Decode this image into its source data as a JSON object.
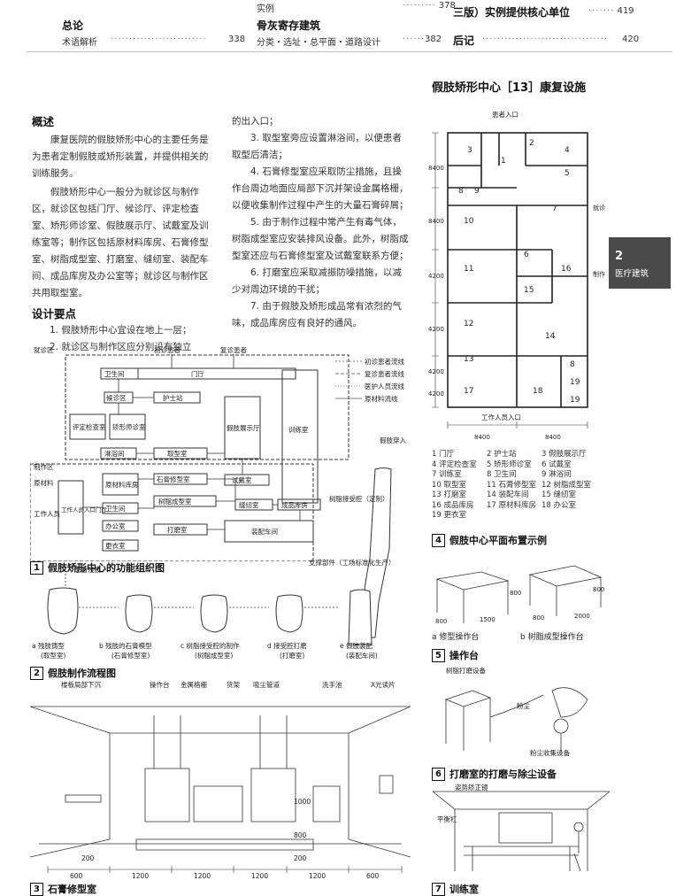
{
  "toc": {
    "col1": {
      "heading": "总论",
      "item": "术语解析",
      "page": "338"
    },
    "col2": {
      "top_item": "实例",
      "top_page": "378",
      "heading": "骨灰寄存建筑",
      "item": "分类・选址・总平面・道路设计",
      "page": "382"
    },
    "col3": {
      "top_item": "三版）实例提供核心单位",
      "top_page": "419",
      "heading": "后记",
      "page": "420"
    }
  },
  "section_title": "假肢矫形中心［13］康复设施",
  "side_tab": {
    "number": "2",
    "label": "医疗建筑"
  },
  "text": {
    "overview_heading": "概述",
    "p1": "康复医院的假肢矫形中心的主要任务是为患者定制假肢或矫形装置，并提供相关的训练服务。",
    "p2": "假肢矫形中心一般分为就诊区与制作区，就诊区包括门厅、候诊厅、评定检查室、矫形师诊室、假肢展示厅、试戴室及训练室等；制作区包括原材料库房、石膏修型室、树脂成型室、打磨室、缝纫室、装配车间、成品库房及办公室等；就诊区与制作区共用取型室。",
    "design_heading": "设计要点",
    "d1": "1. 假肢矫形中心宜设在地上一层；",
    "d2": "2. 就诊区与制作区应分别设有独立",
    "c2_0": "的出入口；",
    "c2_1": "3. 取型室旁应设置淋浴间，以便患者取型后清洁；",
    "c2_2": "4. 石膏修型室应采取防尘措施，且操作台周边地面应局部下沉并架设金属格栅，以便收集制作过程中产生的大量石膏碎屑；",
    "c2_3": "5. 由于制作过程中常产生有毒气体，树脂成型室应安装排风设备。此外，树脂成型室还应与石膏修型室及试戴室联系方便；",
    "c2_4": "6. 打磨室应采取减振防噪措施，以减少对周边环境的干扰；",
    "c2_5": "7. 由于假肢及矫形成品常有浓烈的气味，成品库房应有良好的通风。"
  },
  "fig1": {
    "caption": "假肢矫形中心的功能组织图",
    "num": "1",
    "zone_clinic": "就诊区",
    "zone_make": "制作区",
    "new_patient": "初诊患者",
    "return_patient": "复诊患者",
    "rooms": {
      "lobby": "门厅",
      "wc": "卫生间",
      "wait": "候诊区",
      "nurse": "护士站",
      "eval": "评定检查室",
      "doctor": "矫形师诊室",
      "display": "假肢展示厅",
      "train": "训练室",
      "shower": "淋浴间",
      "mold": "取型室",
      "fitting": "试戴室",
      "raw": "原材料库房",
      "plaster": "石膏修型室",
      "resin": "树脂成型室",
      "wc2": "卫生间",
      "office": "办公室",
      "grind": "打磨室",
      "locker": "更衣室",
      "sew": "缝纫室",
      "store": "成品库房",
      "assembly": "装配车间",
      "staff": "工作人员入口门厅",
      "side_raw": "原材料",
      "side_staff": "工作人员"
    },
    "legend": [
      "初诊患者流线",
      "复诊患者流线",
      "医护人员流线",
      "原材料流线"
    ]
  },
  "fig2": {
    "caption": "假肢制作流程图",
    "num": "2",
    "patient_stump": "患者残肢",
    "worn": "假肢穿入",
    "socket": "树脂接受腔（定制）",
    "support": "支撑部件（工场标准化生产）",
    "steps": [
      {
        "a": "a 残肢铸型",
        "b": "(取型室)"
      },
      {
        "a": "b 残肢的石膏模型",
        "b": "(石膏修型室)"
      },
      {
        "a": "c 树脂接受腔的制作",
        "b": "(树脂成型室)"
      },
      {
        "a": "d 接受腔打磨",
        "b": "(打磨室)"
      },
      {
        "a": "e 假肢装配",
        "b": "(装配车间)"
      }
    ]
  },
  "fig3": {
    "caption": "石膏修型室",
    "num": "3",
    "labels": [
      "楼板局部下沉",
      "操作台",
      "金属格栅",
      "货架",
      "吸尘管道",
      "洗手池",
      "X光读片"
    ],
    "dims": [
      "600",
      "1200",
      "1200",
      "1200",
      "1200",
      "600"
    ],
    "dim_v": [
      "1000",
      "800",
      "200",
      "200"
    ]
  },
  "fig4": {
    "caption": "假肢中心平面布置示例",
    "num": "4",
    "entrance_patient": "患者入口",
    "entrance_staff": "工作人员入口",
    "clinic": "就诊区",
    "make": "制作区",
    "dims_v": [
      "8400",
      "8400",
      "4200",
      "4200",
      "4200",
      "4200"
    ],
    "dims_h": [
      "8400",
      "8400"
    ],
    "legend": [
      "1 门厅",
      "2 护士站",
      "3 假肢展示厅",
      "4 评定检查室",
      "5 矫形师诊室",
      "6 试戴室",
      "7 训练室",
      "8 卫生间",
      "9 淋浴间",
      "10 取型室",
      "11 石膏修型室",
      "12 树脂成型室",
      "13 打磨室",
      "14 装配车间",
      "15 缝纫室",
      "16 成品库房",
      "17 原材料库房",
      "18 办公室",
      "19 更衣室"
    ]
  },
  "fig5": {
    "caption": "操作台",
    "num": "5",
    "a": "a 修型操作台",
    "b": "b 树脂成型操作台",
    "a_dims": [
      "800",
      "800",
      "1500"
    ],
    "b_dims": [
      "800",
      "800",
      "2000"
    ]
  },
  "fig6": {
    "caption": "打磨室的打磨与除尘设备",
    "num": "6",
    "l1": "树脂打磨设备",
    "l2": "粉尘",
    "l3": "粉尘收集设备"
  },
  "fig7": {
    "caption": "训练室",
    "num": "7",
    "l1": "姿势矫正镜",
    "l2": "平衡杠"
  }
}
